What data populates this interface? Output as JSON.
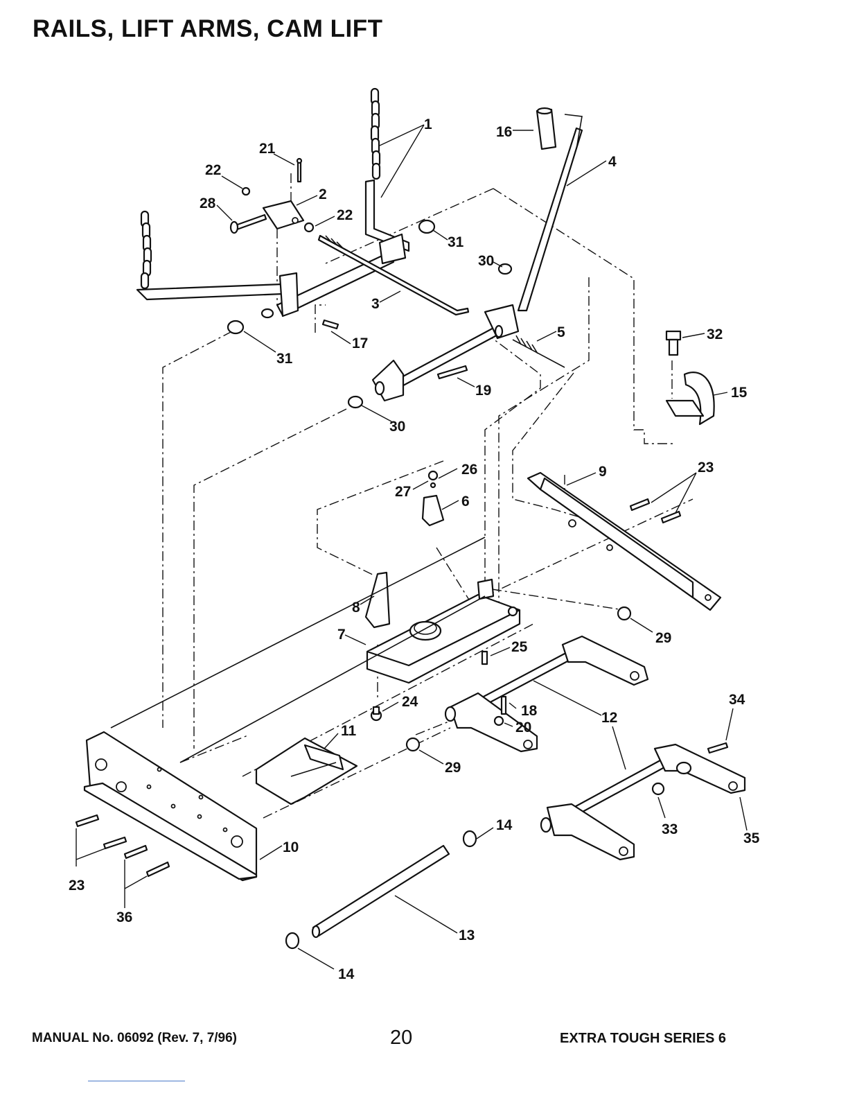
{
  "title": "RAILS, LIFT ARMS, CAM LIFT",
  "footer": {
    "manual": "MANUAL No. 06092 (Rev. 7, 7/96)",
    "page": "20",
    "series": "EXTRA TOUGH SERIES 6"
  },
  "callouts": [
    "1",
    "2",
    "3",
    "4",
    "5",
    "6",
    "7",
    "8",
    "9",
    "10",
    "11",
    "12",
    "13",
    "14",
    "14",
    "15",
    "16",
    "17",
    "18",
    "19",
    "20",
    "21",
    "22",
    "22",
    "23",
    "23",
    "24",
    "25",
    "26",
    "27",
    "28",
    "29",
    "29",
    "30",
    "30",
    "31",
    "31",
    "32",
    "33",
    "34",
    "35",
    "36"
  ]
}
